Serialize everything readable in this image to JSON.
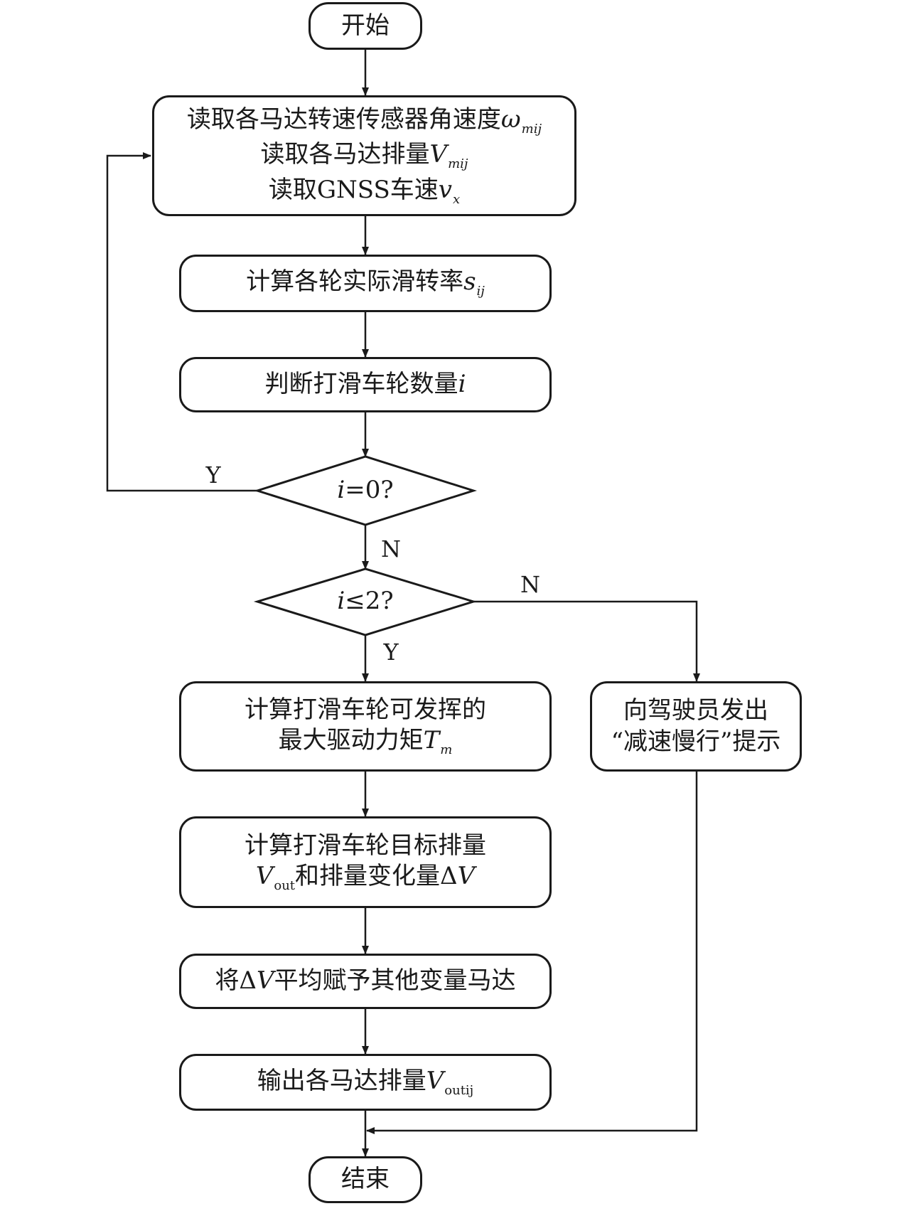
{
  "nodes": {
    "start": "开始",
    "read": {
      "line1_text": "读取各马达转速传感器角速度",
      "line1_var": "ω",
      "line1_sub": "mij",
      "line2_text": "读取各马达排量",
      "line2_var": "V",
      "line2_sub": "mij",
      "line3_text": "读取GNSS车速",
      "line3_var": "v",
      "line3_sub": "x"
    },
    "slip_calc": {
      "text": "计算各轮实际滑转率",
      "var": "s",
      "sub": "ij"
    },
    "count": {
      "text": "判断打滑车轮数量",
      "var": "i"
    },
    "decision1": {
      "var": "i",
      "text": "=0?"
    },
    "decision2": {
      "var": "i",
      "text": "≤2?"
    },
    "max_torque": {
      "line1": "计算打滑车轮可发挥的",
      "line2_text": "最大驱动力矩",
      "line2_var": "T",
      "line2_sub": "m"
    },
    "warn": {
      "line1": "向驾驶员发出",
      "line2": "“减速慢行”提示"
    },
    "target_disp": {
      "line1": "计算打滑车轮目标排量",
      "line2_var1": "V",
      "line2_sub1": "out",
      "line2_text": "和排量变化量Δ",
      "line2_var2": "V"
    },
    "distribute": {
      "text_pre": "将Δ",
      "var": "V",
      "text_post": "平均赋予其他变量马达"
    },
    "output": {
      "text": "输出各马达排量",
      "var": "V",
      "sub": "outij"
    },
    "end": "结束"
  },
  "edge_labels": {
    "d1_yes": "Y",
    "d1_no": "N",
    "d2_yes": "Y",
    "d2_no": "N"
  }
}
